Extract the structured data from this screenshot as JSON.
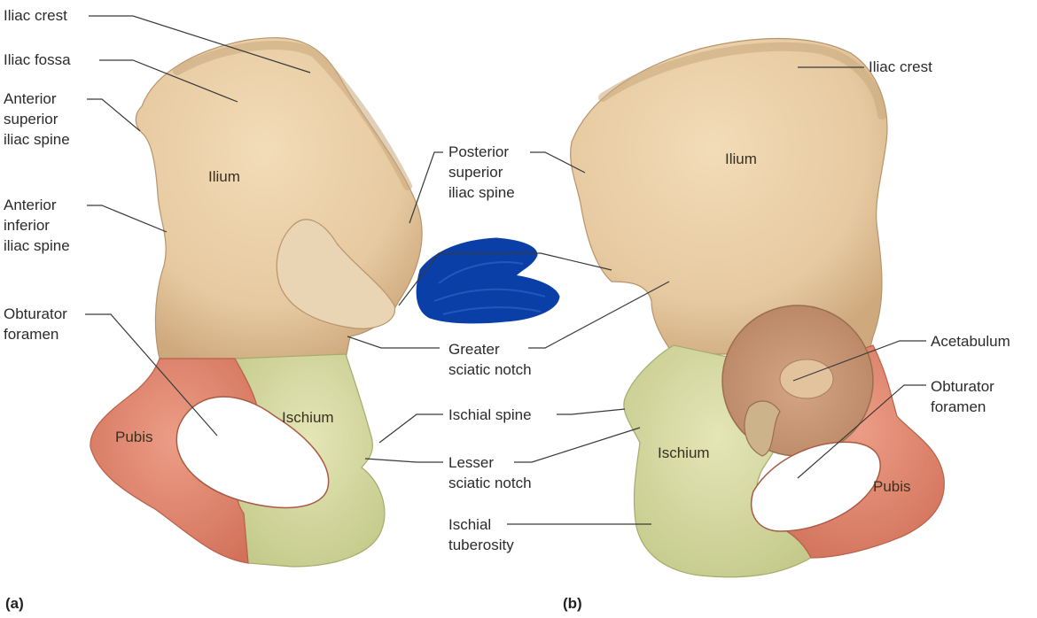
{
  "panels": {
    "a": "(a)",
    "b": "(b)"
  },
  "left_view": {
    "labels": {
      "iliac_crest": "Iliac crest",
      "iliac_fossa": "Iliac fossa",
      "asis": "Anterior\nsuperior\niliac spine",
      "aiis": "Anterior\ninferior\niliac spine",
      "obturator_foramen": "Obturator\nforamen"
    },
    "regions": {
      "ilium": "Ilium",
      "ischium": "Ischium",
      "pubis": "Pubis"
    }
  },
  "center_labels": {
    "psis": "Posterior\nsuperior\niliac spine",
    "greater_sciatic_notch": "Greater\nsciatic notch",
    "ischial_spine": "Ischial spine",
    "lesser_sciatic_notch": "Lesser\nsciatic notch",
    "ischial_tuberosity": "Ischial\ntuberosity"
  },
  "right_view": {
    "labels": {
      "iliac_crest": "Iliac crest",
      "acetabulum": "Acetabulum",
      "obturator_foramen": "Obturator\nforamen"
    },
    "regions": {
      "ilium": "Ilium",
      "ischium": "Ischium",
      "pubis": "Pubis"
    }
  },
  "colors": {
    "ilium": "#e8cda5",
    "ischium": "#d8dca2",
    "pubis": "#e2876e",
    "leader_line": "#3a3a3a",
    "redaction_scribble": "#0a3fa8"
  }
}
